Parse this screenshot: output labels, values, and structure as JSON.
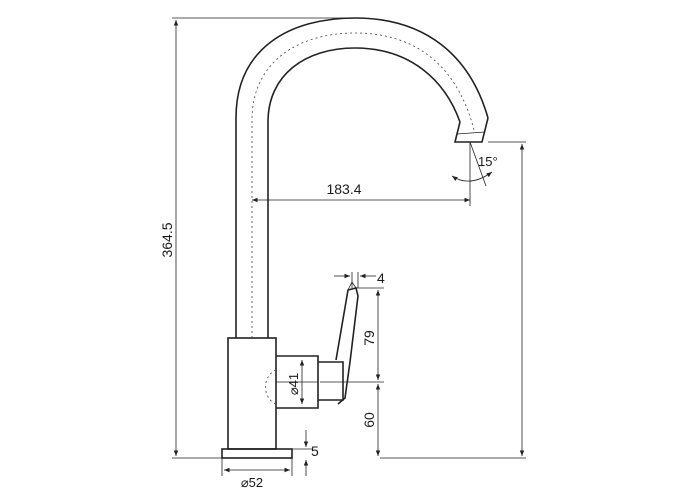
{
  "dimensions": {
    "total_height": "364.5",
    "spout_reach": "183.4",
    "spout_angle": "15°",
    "handle_thickness": "4",
    "handle_height": "79",
    "body_diameter": "⌀41",
    "body_height": "60",
    "base_height": "5",
    "base_diameter": "⌀52"
  }
}
